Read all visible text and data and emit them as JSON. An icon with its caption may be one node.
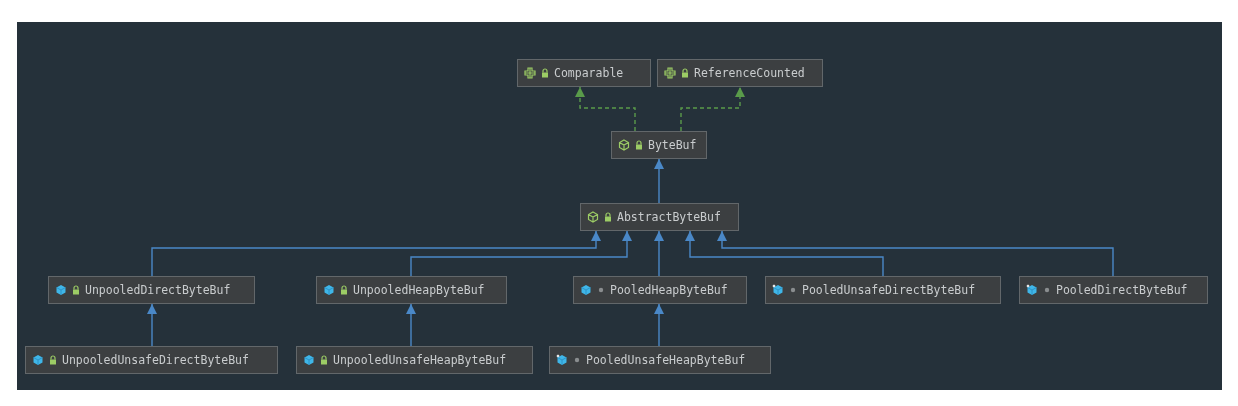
{
  "diagram": {
    "nodes": [
      {
        "text": [
          "Comparable"
        ]
      },
      {
        "text": [
          "ReferenceCounted"
        ]
      },
      {
        "text": [
          "ByteBuf"
        ]
      },
      {
        "text": [
          "AbstractByteBuf"
        ]
      },
      {
        "text": [
          "UnpooledDirectByteBuf"
        ]
      },
      {
        "text": [
          "UnpooledHeapByteBuf"
        ]
      },
      {
        "text": [
          "PooledHeapByteBuf"
        ]
      },
      {
        "text": [
          "PooledUnsafeDirectByteBuf"
        ]
      },
      {
        "text": [
          "PooledDirectByteBuf"
        ]
      },
      {
        "text": [
          "UnpooledUnsafeDirectByteBuf"
        ]
      },
      {
        "text": [
          "UnpooledUnsafeHeapByteBuf"
        ]
      },
      {
        "text": [
          "PooledUnsafeHeapByteBuf"
        ]
      }
    ],
    "edges": [
      {
        "from": 2,
        "to": 0,
        "arrow": "to",
        "style": "dashed",
        "color": "#5a9b4a"
      },
      {
        "from": 2,
        "to": 1,
        "arrow": "to",
        "style": "dashed",
        "color": "#5a9b4a"
      },
      {
        "from": 3,
        "to": 2,
        "arrow": "to"
      },
      {
        "from": 4,
        "to": 3,
        "arrow": "to"
      },
      {
        "from": 5,
        "to": 3,
        "arrow": "to"
      },
      {
        "from": 6,
        "to": 3,
        "arrow": "to"
      },
      {
        "from": 7,
        "to": 3,
        "arrow": "to"
      },
      {
        "from": 8,
        "to": 3,
        "arrow": "to"
      },
      {
        "from": 9,
        "to": 4,
        "arrow": "to"
      },
      {
        "from": 10,
        "to": 5,
        "arrow": "to"
      },
      {
        "from": 11,
        "to": 6,
        "arrow": "to"
      }
    ]
  }
}
